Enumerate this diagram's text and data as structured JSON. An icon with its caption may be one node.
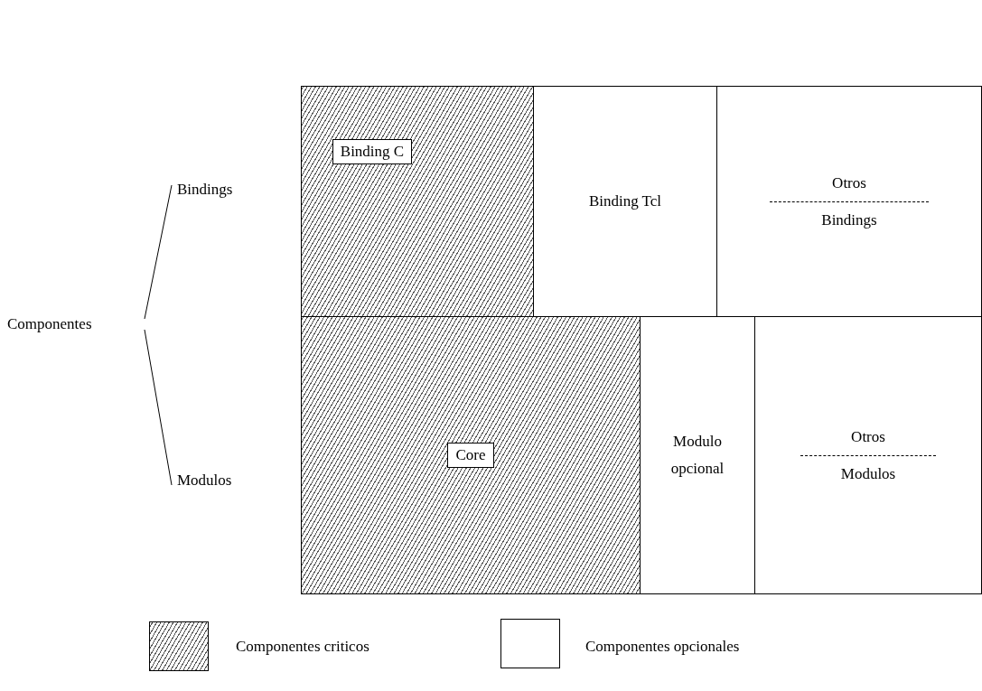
{
  "diagram": {
    "nodes": [
      {
        "text": [
          "Componentes"
        ]
      },
      {
        "text": [
          "Bindings"
        ]
      },
      {
        "text": [
          "Modulos"
        ]
      },
      {
        "text": [
          "Binding C"
        ]
      },
      {
        "text": [
          "Binding Tcl"
        ]
      },
      {
        "text": [
          "Otros",
          "Bindings"
        ]
      },
      {
        "text": [
          "Core"
        ]
      },
      {
        "text": [
          "Modulo opcional"
        ]
      },
      {
        "text": [
          "Otros",
          "Modulos"
        ]
      }
    ],
    "edges": [
      {
        "from": 0,
        "to": 1,
        "arrow": "none"
      },
      {
        "from": 0,
        "to": 2,
        "arrow": "none"
      }
    ],
    "legend": [
      {
        "text": "Componentes criticos"
      },
      {
        "text": "Componentes opcionales"
      }
    ]
  }
}
